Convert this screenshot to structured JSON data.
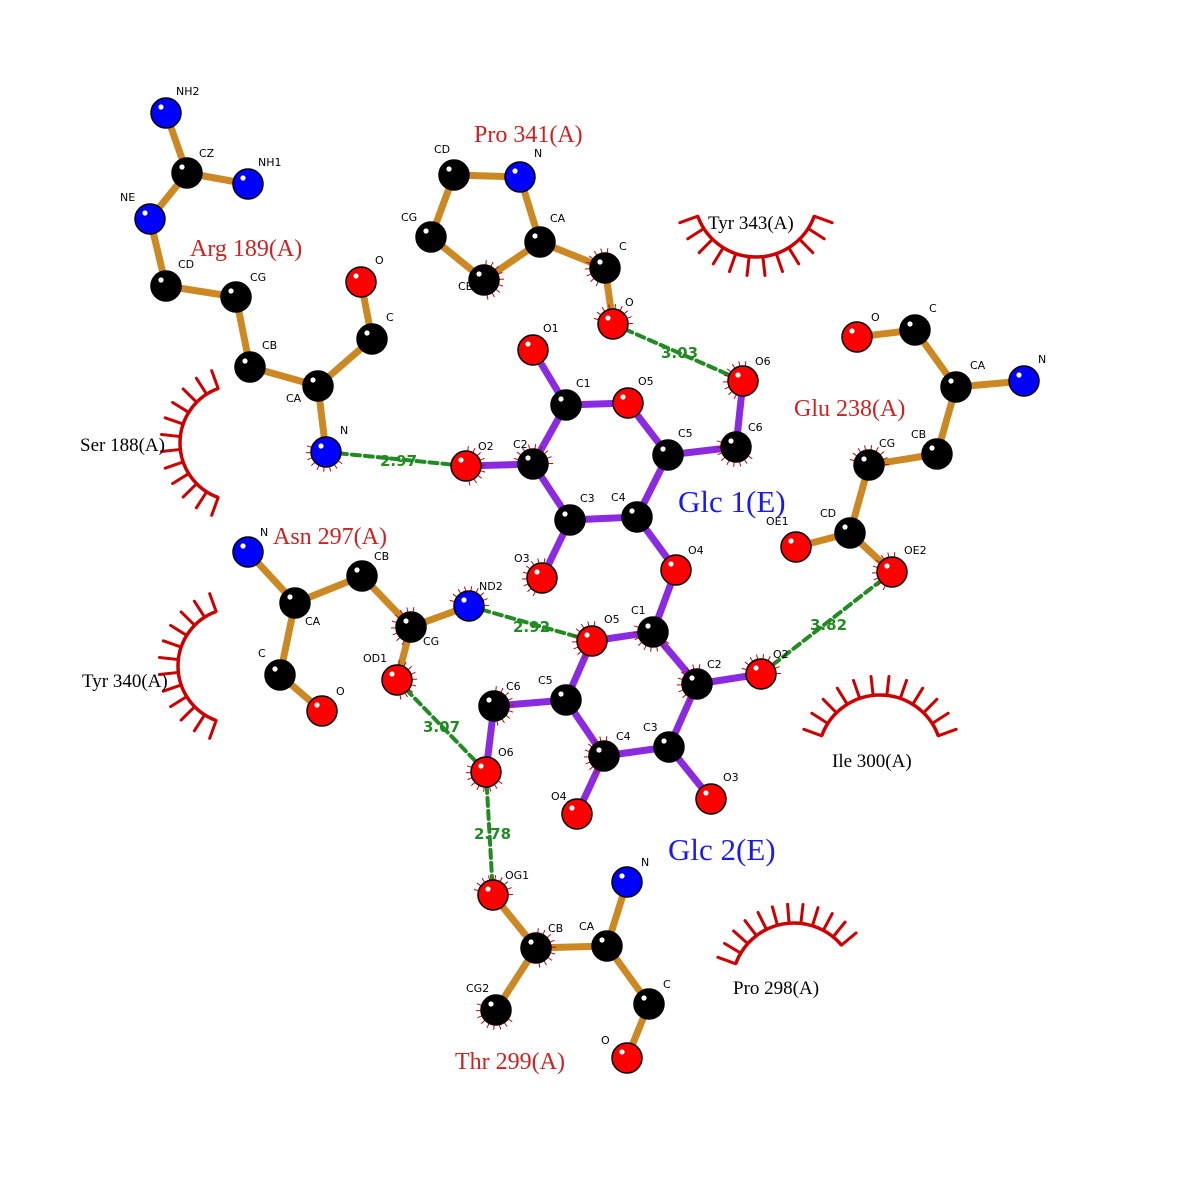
{
  "colors": {
    "carbon": "#000000",
    "oxygen": "#ff0000",
    "nitrogen": "#0000ff",
    "ligand_bond": "#8a2be2",
    "residue_bond": "#cc8822",
    "hbond": "#228b22",
    "hydrophobic": "#cc0000",
    "residue_label": "#cc2222",
    "ligand_label": "#1a1aee",
    "distance_label": "#228b22"
  },
  "ligands": [
    {
      "label": "Glc 1(E)"
    },
    {
      "label": "Glc 2(E)"
    }
  ],
  "residues": [
    {
      "label": "Pro 341(A)"
    },
    {
      "label": "Arg 189(A)"
    },
    {
      "label": "Glu 238(A)"
    },
    {
      "label": "Asn 297(A)"
    },
    {
      "label": "Thr 299(A)"
    }
  ],
  "hydrophobic_contacts": [
    {
      "label": "Tyr 343(A)"
    },
    {
      "label": "Ser 188(A)"
    },
    {
      "label": "Tyr 340(A)"
    },
    {
      "label": "Ile 300(A)"
    },
    {
      "label": "Pro 298(A)"
    }
  ],
  "hbonds": [
    {
      "label": "3.03"
    },
    {
      "label": "2.97"
    },
    {
      "label": "2.92"
    },
    {
      "label": "3.82"
    },
    {
      "label": "3.07"
    },
    {
      "label": "2.78"
    }
  ],
  "atoms": [
    {
      "label": "O1",
      "element": "O"
    },
    {
      "label": "C1",
      "element": "C"
    },
    {
      "label": "O5",
      "element": "O"
    },
    {
      "label": "C5",
      "element": "C"
    },
    {
      "label": "C6",
      "element": "C"
    },
    {
      "label": "O6",
      "element": "O"
    },
    {
      "label": "C2",
      "element": "C"
    },
    {
      "label": "O2",
      "element": "O"
    },
    {
      "label": "C3",
      "element": "C"
    },
    {
      "label": "O3",
      "element": "O"
    },
    {
      "label": "C4",
      "element": "C"
    },
    {
      "label": "O4",
      "element": "O"
    },
    {
      "label": "C1",
      "element": "C"
    },
    {
      "label": "O5",
      "element": "O"
    },
    {
      "label": "C5",
      "element": "C"
    },
    {
      "label": "C6",
      "element": "C"
    },
    {
      "label": "O6",
      "element": "O"
    },
    {
      "label": "C2",
      "element": "C"
    },
    {
      "label": "O2",
      "element": "O"
    },
    {
      "label": "C3",
      "element": "C"
    },
    {
      "label": "O3",
      "element": "O"
    },
    {
      "label": "C4",
      "element": "C"
    },
    {
      "label": "O4",
      "element": "O"
    },
    {
      "label": "N",
      "element": "N"
    },
    {
      "label": "CA",
      "element": "C"
    },
    {
      "label": "C",
      "element": "C"
    },
    {
      "label": "O",
      "element": "O"
    },
    {
      "label": "CB",
      "element": "C"
    },
    {
      "label": "CG",
      "element": "C"
    },
    {
      "label": "CD",
      "element": "C"
    },
    {
      "label": "NH2",
      "element": "N"
    },
    {
      "label": "CZ",
      "element": "C"
    },
    {
      "label": "NH1",
      "element": "N"
    },
    {
      "label": "NE",
      "element": "N"
    },
    {
      "label": "CD",
      "element": "C"
    },
    {
      "label": "CG",
      "element": "C"
    },
    {
      "label": "CB",
      "element": "C"
    },
    {
      "label": "CA",
      "element": "C"
    },
    {
      "label": "C",
      "element": "C"
    },
    {
      "label": "O",
      "element": "O"
    },
    {
      "label": "N",
      "element": "N"
    },
    {
      "label": "O",
      "element": "O"
    },
    {
      "label": "C",
      "element": "C"
    },
    {
      "label": "CA",
      "element": "C"
    },
    {
      "label": "N",
      "element": "N"
    },
    {
      "label": "CB",
      "element": "C"
    },
    {
      "label": "CG",
      "element": "C"
    },
    {
      "label": "CD",
      "element": "C"
    },
    {
      "label": "OE1",
      "element": "O"
    },
    {
      "label": "OE2",
      "element": "O"
    },
    {
      "label": "N",
      "element": "N"
    },
    {
      "label": "CA",
      "element": "C"
    },
    {
      "label": "CB",
      "element": "C"
    },
    {
      "label": "CG",
      "element": "C"
    },
    {
      "label": "ND2",
      "element": "N"
    },
    {
      "label": "OD1",
      "element": "O"
    },
    {
      "label": "C",
      "element": "C"
    },
    {
      "label": "O",
      "element": "O"
    },
    {
      "label": "OG1",
      "element": "O"
    },
    {
      "label": "CB",
      "element": "C"
    },
    {
      "label": "CG2",
      "element": "C"
    },
    {
      "label": "CA",
      "element": "C"
    },
    {
      "label": "N",
      "element": "N"
    },
    {
      "label": "C",
      "element": "C"
    },
    {
      "label": "O",
      "element": "O"
    }
  ]
}
